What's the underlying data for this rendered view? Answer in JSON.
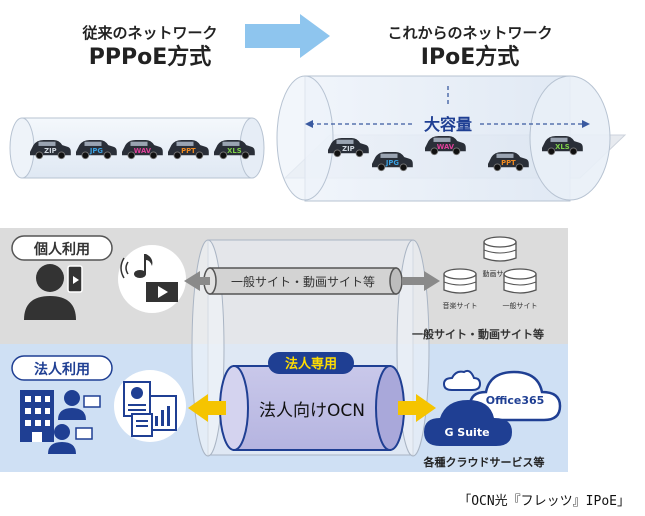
{
  "top": {
    "left_subtitle": "従来のネットワーク",
    "left_title": "PPPoE方式",
    "right_subtitle": "これからのネットワーク",
    "right_title": "IPoE方式",
    "capacity_label": "大容量",
    "cars_left": [
      {
        "label": "ZIP",
        "color": "#2a2f38"
      },
      {
        "label": "JPG",
        "color": "#2a2f38"
      },
      {
        "label": "WAV",
        "color": "#2a2f38"
      },
      {
        "label": "PPT",
        "color": "#2a2f38"
      },
      {
        "label": "XLS",
        "color": "#2a2f38"
      }
    ],
    "cars_right": [
      {
        "label": "ZIP"
      },
      {
        "label": "JPG"
      },
      {
        "label": "WAV"
      },
      {
        "label": "PPT"
      },
      {
        "label": "XLS"
      }
    ],
    "car_label_colors": {
      "ZIP": "#cfd6de",
      "JPG": "#3aa0e0",
      "WAV": "#e0409a",
      "PPT": "#f08a20",
      "XLS": "#7ed04a"
    }
  },
  "personal": {
    "label": "個人利用",
    "pipe_label": "一般サイト・動画サイト等",
    "servers": [
      "動画サイト",
      "音楽サイト",
      "一般サイト"
    ],
    "servers_caption": "一般サイト・動画サイト等"
  },
  "corporate": {
    "label": "法人利用",
    "badge": "法人専用",
    "pipe_label": "法人向けOCN",
    "clouds": [
      "Office365",
      "G Suite"
    ],
    "clouds_caption": "各種クラウドサービス等"
  },
  "caption": "「OCN光『フレッツ』IPoE」",
  "colors": {
    "accent_blue": "#1f3f93",
    "arrow_yellow": "#f5c400",
    "band_gray": "#dcdcdc",
    "band_blue": "#cfe0f4",
    "arrow_light": "#8ec5ee"
  }
}
